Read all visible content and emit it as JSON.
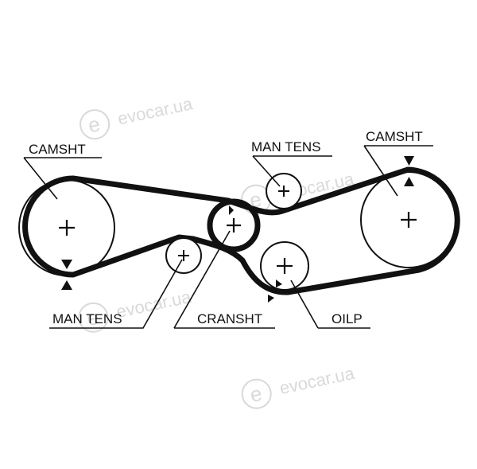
{
  "labels": {
    "camshaft_left": "CAMSHT",
    "man_tens_upper": "MAN TENS",
    "camshaft_right": "CAMSHT",
    "man_tens_lower": "MAN TENS",
    "crankshaft": "CRANSHT",
    "oil_pump": "OILP"
  },
  "watermark": {
    "brand": "evocar.ua",
    "logo_letter": "e"
  },
  "colors": {
    "ink": "#111111",
    "watermark": "#d9d9d9",
    "background": "#ffffff"
  }
}
